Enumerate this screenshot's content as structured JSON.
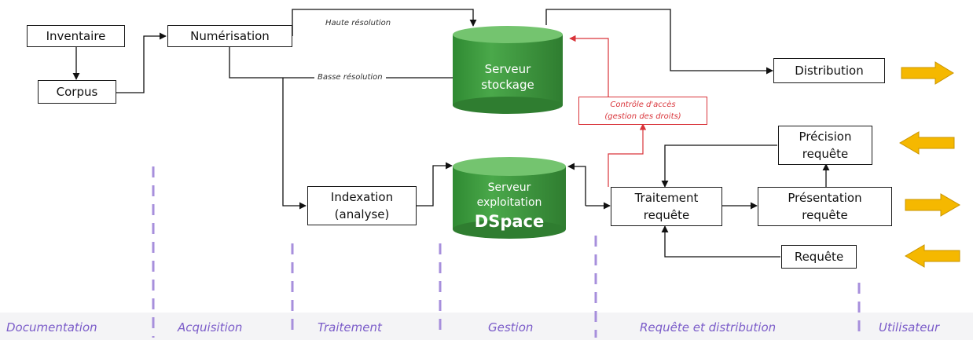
{
  "boxes": {
    "inventaire": "Inventaire",
    "corpus": "Corpus",
    "numerisation": "Numérisation",
    "distribution": "Distribution",
    "indexation": "Indexation\n(analyse)",
    "traitement": "Traitement\nrequête",
    "presentation": "Présentation\nrequête",
    "precision": "Précision\nrequête",
    "requete": "Requête"
  },
  "servers": {
    "stockage": "Serveur\nstockage",
    "exploitation": "Serveur\nexploitation",
    "dspace": "DSpace"
  },
  "edge_labels": {
    "haute": "Haute résolution",
    "basse": "Basse résolution",
    "controle": "Contrôle d'accès\n(gestion des droits)"
  },
  "phases": [
    "Documentation",
    "Acquisition",
    "Traitement",
    "Gestion",
    "Requête et distribution",
    "Utilisateur"
  ],
  "colors": {
    "server_green": "#3d9a3f",
    "server_top": "#74c46f",
    "arrow_orange": "#f5b800",
    "phase_text": "#7b5cc9",
    "divider": "#a78fdc",
    "access_red": "#d9343a"
  }
}
